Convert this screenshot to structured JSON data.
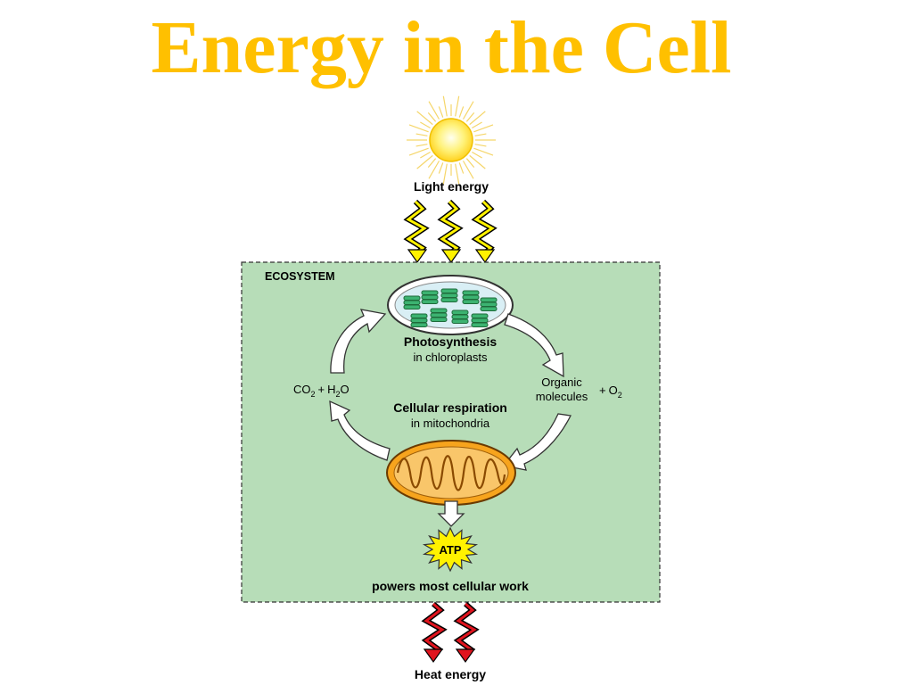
{
  "title": "Energy in the Cell",
  "colors": {
    "title": "#FFC000",
    "ecosystem_fill": "#B7DDB8",
    "light_bolt": "#FFF200",
    "heat_bolt": "#E0141E",
    "mitochondrion": "#F7A41D",
    "chloroplast": "#3CB371",
    "atp_burst": "#FFF200"
  },
  "labels": {
    "light_energy": "Light energy",
    "ecosystem": "ECOSYSTEM",
    "photosynthesis": "Photosynthesis",
    "photosynthesis_location": "in chloroplasts",
    "co2": "CO",
    "h2o": "H",
    "water_o": "O",
    "subscript_2": "2",
    "plus": "+",
    "organic_line1": "Organic",
    "organic_line2": "molecules",
    "o2": "O",
    "respiration": "Cellular respiration",
    "respiration_location": "in mitochondria",
    "atp": "ATP",
    "work": "powers most cellular work",
    "heat_energy": "Heat energy"
  }
}
